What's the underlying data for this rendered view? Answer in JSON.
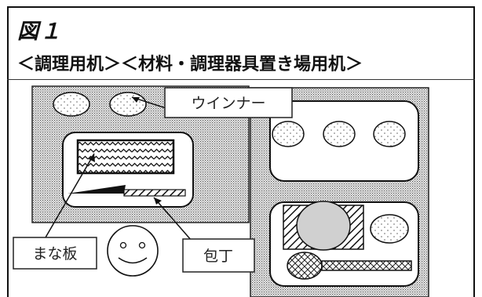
{
  "figure": {
    "heading": "図１",
    "subtitle": "＜調理用机＞＜材料・調理器具置き場用机＞"
  },
  "labels": {
    "wiener": "ウインナー",
    "cutting_board": "まな板",
    "knife": "包丁"
  }
}
